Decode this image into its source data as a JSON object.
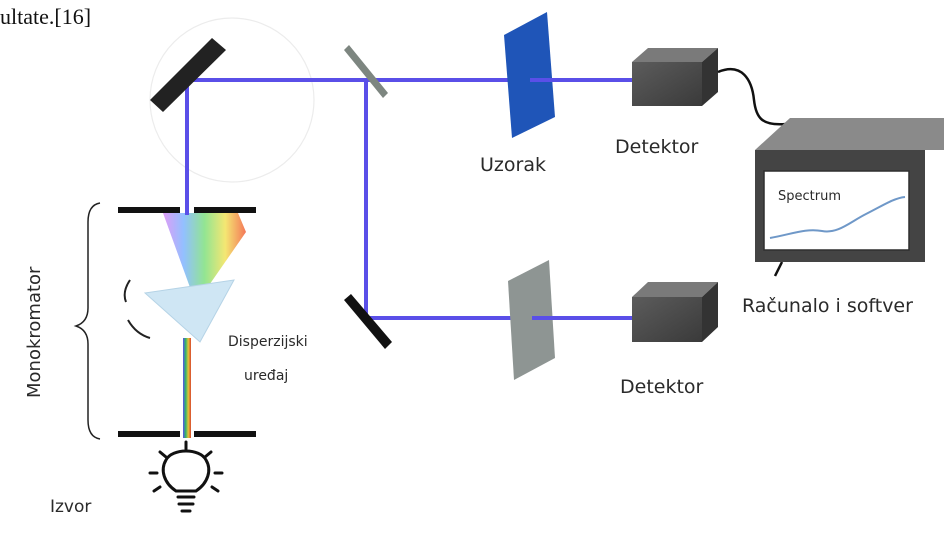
{
  "header_text": "ultate.[16]",
  "labels": {
    "monochromator": "Monokromator",
    "dispersive_line1": "Disperzijski",
    "dispersive_line2": "uređaj",
    "source": "Izvor",
    "sample": "Uzorak",
    "detector_top": "Detektor",
    "detector_bottom": "Detektor",
    "computer": "Računalo i softver",
    "screen": "Spectrum"
  },
  "colors": {
    "beam": "#5a4fe8",
    "sample_plate": "#1f55b8",
    "reference_plate": "#8e9593",
    "mirror": "#222222",
    "beamsplitter": "#7d8680",
    "detector_box": "#4a4a4a",
    "spectrum_curve": "#6f98c8"
  }
}
